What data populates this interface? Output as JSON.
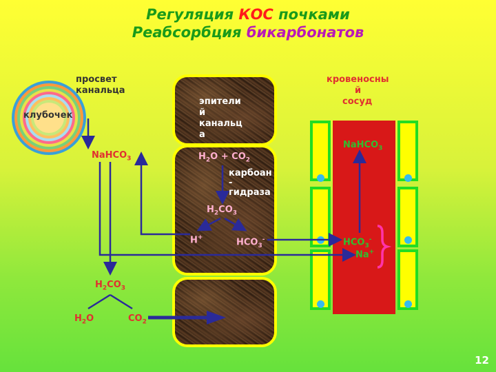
{
  "title": {
    "line1_part1": "Регуляция",
    "line1_part2": "КОС",
    "line1_part3": "почками",
    "line2_part1": "Реабсорбция",
    "line2_part2": "бикарбонатов"
  },
  "labels": {
    "glomerulus": "клубочек",
    "lumen_line1": "просвет",
    "lumen_line2": "канальца",
    "epithelium_line1": "эпители",
    "epithelium_line2": "й",
    "epithelium_line3": "канальц",
    "epithelium_line4": "а",
    "vessel_line1": "кровеносны",
    "vessel_line2": "й",
    "vessel_line3": "сосуд",
    "enzyme_line1": "карбоан",
    "enzyme_line2": "-",
    "enzyme_line3": "гидраза"
  },
  "chem": {
    "nahco3_lumen": {
      "main": "NaHCO",
      "sub": "3"
    },
    "h2o_co2_cell": {
      "p1": "H",
      "s1": "2",
      "p2": "O + CO",
      "s2": "2"
    },
    "h2co3_cell": {
      "p1": "H",
      "s1": "2",
      "p2": "CO",
      "s2": "3"
    },
    "h_plus": {
      "main": "H",
      "sup": "+"
    },
    "hco3_cell": {
      "main": "HCO",
      "sub": "3",
      "sup": "-"
    },
    "nahco3_blood": {
      "main": "NaHCO",
      "sub": "3"
    },
    "hco3_blood": {
      "main": "HCO",
      "sub": "3",
      "sup": "-"
    },
    "na_plus": {
      "main": "Na",
      "sup": "+"
    },
    "h2co3_lumen": {
      "p1": "H",
      "s1": "2",
      "p2": "CO",
      "s2": "3"
    },
    "h2o_lumen": {
      "main": "H",
      "sub": "2",
      "tail": "O"
    },
    "co2_lumen": {
      "main": "CO",
      "sub": "2"
    }
  },
  "page_number": "12",
  "colors": {
    "arrow": "#2a2a99",
    "cell_border": "#ffff00",
    "vessel": "#d81818",
    "vessel_wall": "#ffff00",
    "vessel_wall_border": "#22dd22"
  }
}
